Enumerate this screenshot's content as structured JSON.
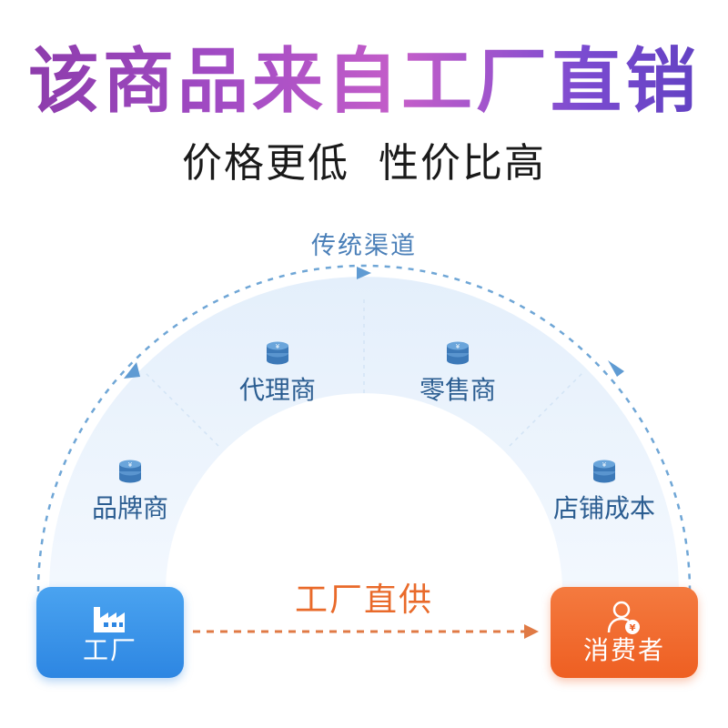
{
  "headline": "该商品来自工厂直销",
  "subline": "价格更低  性价比高",
  "channel": {
    "label": "传统渠道"
  },
  "nodes": [
    {
      "label": "品牌商",
      "icon": "coin-stack-icon"
    },
    {
      "label": "代理商",
      "icon": "coin-stack-icon"
    },
    {
      "label": "零售商",
      "icon": "coin-stack-icon"
    },
    {
      "label": "店铺成本",
      "icon": "coin-stack-icon"
    }
  ],
  "direct": {
    "label": "工厂直供"
  },
  "factory": {
    "label": "工厂",
    "icon": "factory-icon"
  },
  "consumer": {
    "label": "消费者",
    "icon": "user-yuan-icon"
  },
  "colors": {
    "headline_gradient": [
      "#8a3aa8",
      "#c45ec9",
      "#5c3fbf"
    ],
    "arch_fill": "#e8f2fc",
    "arch_dash": "#6fa6d6",
    "node_text": "#2b5d91",
    "factory_box": "#2d86e2",
    "consumer_box": "#ee5f22",
    "direct_text": "#e96a2a"
  }
}
